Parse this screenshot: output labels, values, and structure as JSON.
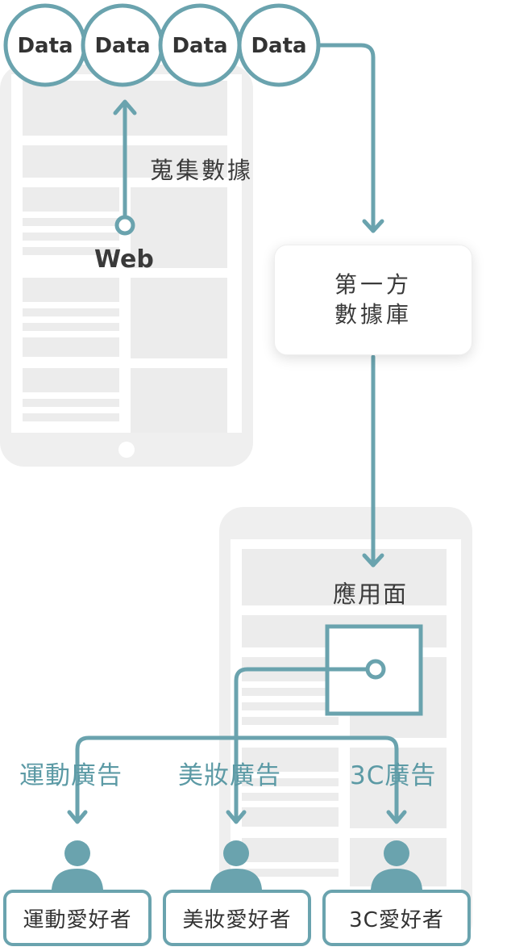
{
  "diagram": {
    "data_bubbles": [
      "Data",
      "Data",
      "Data",
      "Data"
    ],
    "collect_label": "蒐集數據",
    "web_label": "Web",
    "first_party_db": [
      "第一方",
      "數據庫"
    ],
    "application_label": "應用面",
    "ad_labels": [
      "運動廣告",
      "美妝廣告",
      "3C廣告"
    ],
    "audience_labels": [
      "運動愛好者",
      "美妝愛好者",
      "3C愛好者"
    ]
  },
  "colors": {
    "teal": "#6aa3ae",
    "teal_text": "#5c9aa5",
    "device_gray": "#efefef",
    "text_dark": "#3a3a3a"
  }
}
